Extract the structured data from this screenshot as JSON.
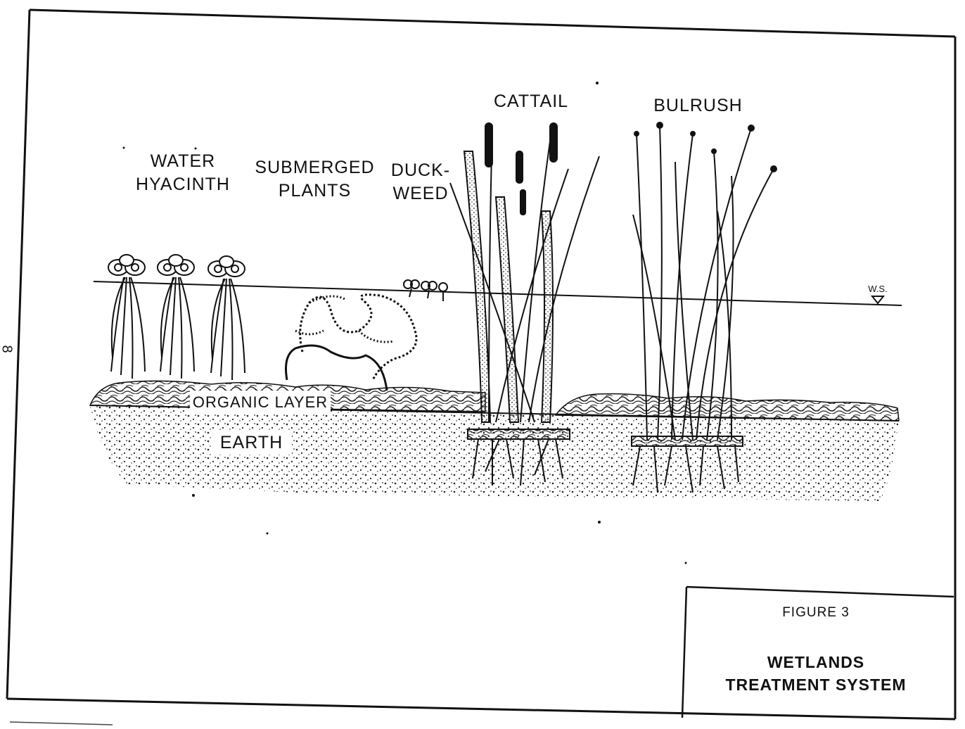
{
  "page_number": "8",
  "labels": {
    "water_hyacinth_1": "WATER",
    "water_hyacinth_2": "HYACINTH",
    "submerged_1": "SUBMERGED",
    "submerged_2": "PLANTS",
    "duckweed_1": "DUCK-",
    "duckweed_2": "WEED",
    "cattail": "CATTAIL",
    "bulrush": "BULRUSH",
    "organic_layer": "ORGANIC LAYER",
    "earth": "EARTH",
    "water_surface": "W.S."
  },
  "figure_box": {
    "number": "FIGURE 3",
    "title_line1": "WETLANDS",
    "title_line2": "TREATMENT SYSTEM"
  }
}
